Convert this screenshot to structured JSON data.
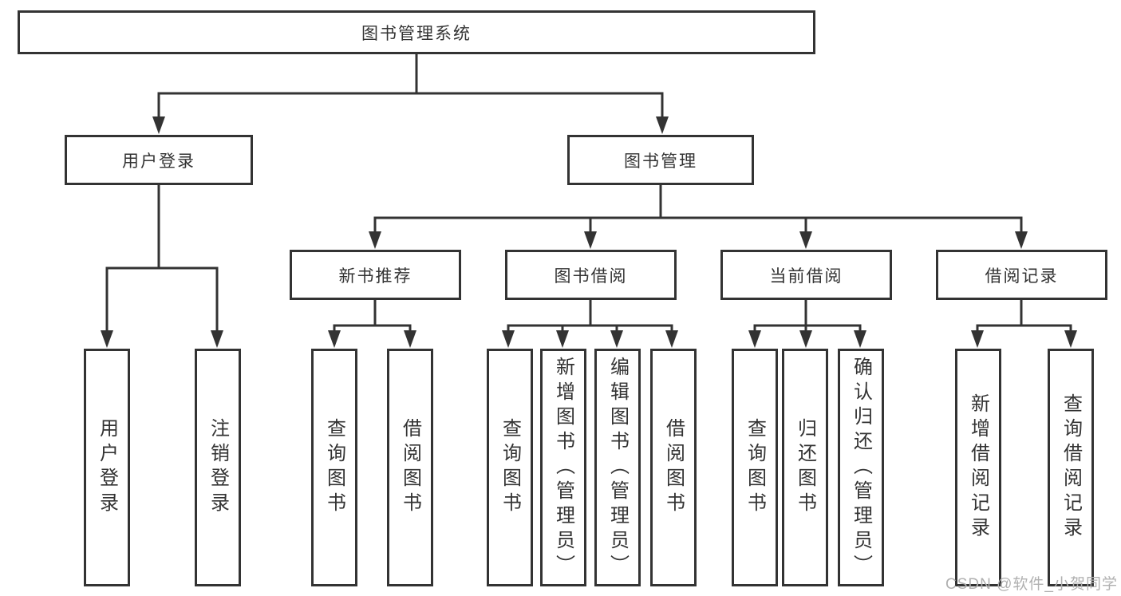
{
  "tree": {
    "label": "图书管理系统",
    "children": [
      {
        "label": "用户登录",
        "children": [
          {
            "label": "用户登录"
          },
          {
            "label": "注销登录"
          }
        ]
      },
      {
        "label": "图书管理",
        "children": [
          {
            "label": "新书推荐",
            "children": [
              {
                "label": "查询图书"
              },
              {
                "label": "借阅图书"
              }
            ]
          },
          {
            "label": "图书借阅",
            "children": [
              {
                "label": "查询图书"
              },
              {
                "label": "新增图书（管理员）"
              },
              {
                "label": "编辑图书（管理员）"
              },
              {
                "label": "借阅图书"
              }
            ]
          },
          {
            "label": "当前借阅",
            "children": [
              {
                "label": "查询图书"
              },
              {
                "label": "归还图书"
              },
              {
                "label": "确认归还（管理员）"
              }
            ]
          },
          {
            "label": "借阅记录",
            "children": [
              {
                "label": "新增借阅记录"
              },
              {
                "label": "查询借阅记录"
              }
            ]
          }
        ]
      }
    ]
  },
  "watermark": {
    "text": "CSDN @软件_小贺同学"
  },
  "colors": {
    "line": "#333333",
    "text": "#333333",
    "box_background": "#ffffff",
    "watermark": "#b0b0b0",
    "background": "#ffffff"
  }
}
